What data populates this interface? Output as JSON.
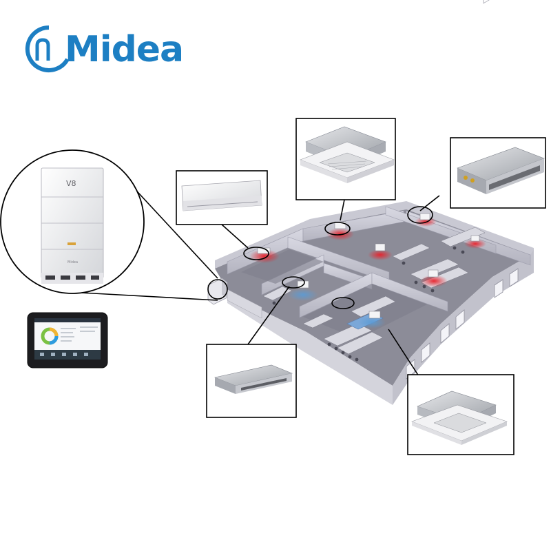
{
  "brand": {
    "name": "Midea",
    "color": "#1d7fc3"
  },
  "outdoor_unit": {
    "model_badge": "V8",
    "logo_text": "Midea"
  },
  "colors": {
    "heat": "#e8212a",
    "cool": "#5b9bd5",
    "callout_line": "#000000",
    "floor": "#8a8a96"
  },
  "callouts": [
    {
      "name": "wall-mounted-unit"
    },
    {
      "name": "four-way-cassette-unit"
    },
    {
      "name": "high-static-duct-unit"
    },
    {
      "name": "slim-duct-unit"
    },
    {
      "name": "compact-cassette-unit"
    },
    {
      "name": "outdoor-vrf-unit"
    },
    {
      "name": "touch-controller"
    }
  ]
}
